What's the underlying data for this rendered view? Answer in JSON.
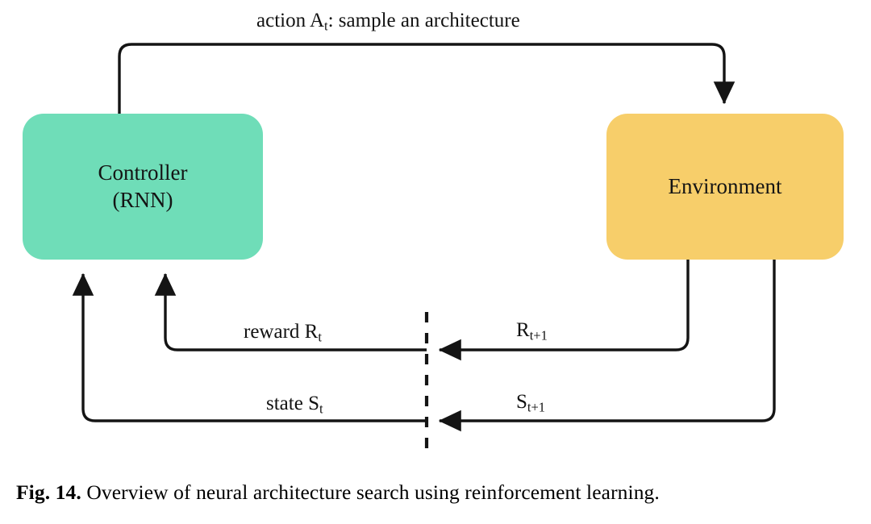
{
  "figure": {
    "caption_label": "Fig. 14.",
    "caption_text": "Overview of neural architecture search using reinforcement learning.",
    "background_color": "#ffffff",
    "line_color": "#141414"
  },
  "nodes": {
    "controller": {
      "line1": "Controller",
      "line2": "(RNN)",
      "fill_color": "#6FDDB8"
    },
    "environment": {
      "line1": "Environment",
      "fill_color": "#F7CE6A"
    }
  },
  "edges": {
    "action": {
      "label_prefix": "action A",
      "label_sub": "t",
      "label_suffix": ": sample an architecture",
      "direction": "controller-to-environment"
    },
    "reward": {
      "left_prefix": "reward R",
      "left_sub": "t",
      "right_prefix": "R",
      "right_sub": "t+1",
      "direction": "environment-to-controller"
    },
    "state": {
      "left_prefix": "state S",
      "left_sub": "t",
      "right_prefix": "S",
      "right_sub": "t+1",
      "direction": "environment-to-controller"
    }
  },
  "divider": {
    "style": "dashed-vertical"
  }
}
